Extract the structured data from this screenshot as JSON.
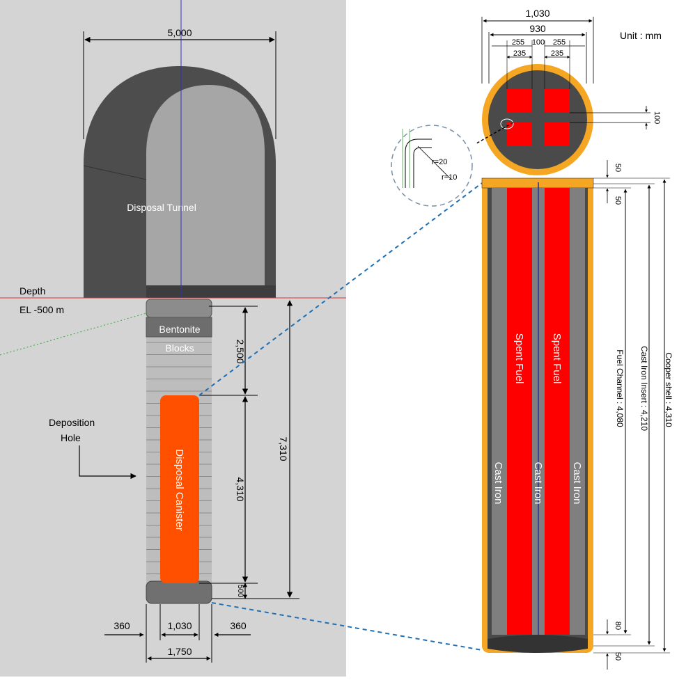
{
  "colors": {
    "left_bg": "#d4d4d4",
    "tunnel_outer": "#4d4d4d",
    "tunnel_inner": "#a6a6a6",
    "canister": "#ff5000",
    "copper": "#f5a623",
    "fuel": "#ff0000",
    "cast_iron": "#7f7f7f",
    "leader": "#1f6fb5",
    "depth_line": "#d33333"
  },
  "left": {
    "tunnel_width": "5,000",
    "tunnel_label": "Disposal Tunnel",
    "depth_label": "Depth",
    "elevation_label": "EL -500 m",
    "bentonite_line1": "Bentonite",
    "bentonite_line2": "Blocks",
    "deposition_line1": "Deposition",
    "deposition_line2": "Hole",
    "canister_label": "Disposal Canister",
    "dim_top": "2,500",
    "dim_canister": "4,310",
    "dim_total": "7,310",
    "dim_bottom": "500",
    "dim_side_left": "360",
    "dim_canister_width": "1,030",
    "dim_side_right": "360",
    "dim_hole_width": "1,750"
  },
  "right": {
    "unit_label": "Unit : mm",
    "dim_outer": "1,030",
    "dim_inner": "930",
    "dim_255_left": "255",
    "dim_100": "100",
    "dim_255_right": "255",
    "dim_235_left": "235",
    "dim_235_right": "235",
    "dim_channel_gap": "100",
    "radius_outer": "r=20",
    "radius_inner": "r=10",
    "dim_top_50a": "50",
    "dim_top_50b": "50",
    "dim_bottom_80": "80",
    "dim_bottom_50": "50",
    "spent_fuel_left": "Spent Fuel",
    "spent_fuel_right": "Spent Fuel",
    "cast_iron_left": "Cast Iron",
    "cast_iron_center": "Cast Iron",
    "cast_iron_right": "Cast Iron",
    "fuel_channel_label": "Fuel Channel : 4,080",
    "cast_iron_insert_label": "Cast Iron Insert : 4,210",
    "copper_shell_label": "Cooper shell : 4,310"
  }
}
